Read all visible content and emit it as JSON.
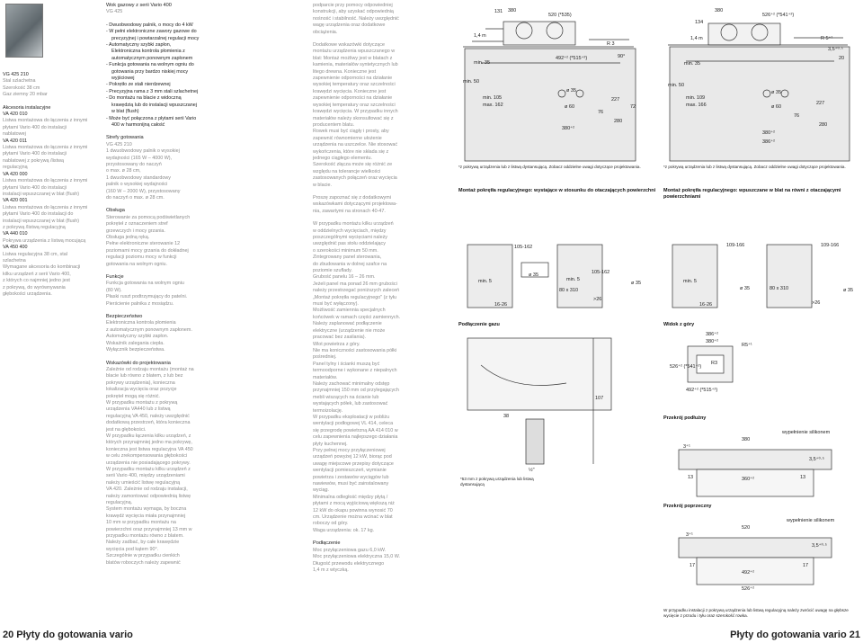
{
  "col1": {
    "lines": [
      {
        "t": "VG 425 210",
        "c": "dark"
      },
      {
        "t": "Stal szlachetna",
        "c": "gray"
      },
      {
        "t": "Szerokość 38 cm",
        "c": "gray"
      },
      {
        "t": "Gaz ziemny 20 mbar",
        "c": "gray"
      },
      {
        "t": "",
        "c": "gap"
      },
      {
        "t": "Akcesoria instalacyjne",
        "c": "dark"
      },
      {
        "t": "VA 420 010",
        "c": "dark"
      },
      {
        "t": "Listwa montażowa do łączenia z innymi",
        "c": "gray"
      },
      {
        "t": "płytami Vario 400 do instalacji",
        "c": "gray"
      },
      {
        "t": "nablatowej",
        "c": "gray"
      },
      {
        "t": "VA 420 011",
        "c": "dark"
      },
      {
        "t": "Listwa montażowa do łączenia z innymi",
        "c": "gray"
      },
      {
        "t": "płytami Vario 400 do instalacji",
        "c": "gray"
      },
      {
        "t": "nablatowej z pokrywą /listwą",
        "c": "gray"
      },
      {
        "t": "regulacyjną",
        "c": "gray"
      },
      {
        "t": "VA 420 000",
        "c": "dark"
      },
      {
        "t": "Listwa montażowa do łączenia z innymi",
        "c": "gray"
      },
      {
        "t": "płytami Vario 400 do instalacji",
        "c": "gray"
      },
      {
        "t": "instalacji wpuszczanej w blat (flush)",
        "c": "gray"
      },
      {
        "t": "VA 420 001",
        "c": "dark"
      },
      {
        "t": "Listwa montażowa do łączenia z innymi",
        "c": "gray"
      },
      {
        "t": "płytami Vario 400 do instalacji do",
        "c": "gray"
      },
      {
        "t": "instalacji wpuszczanej w blat (flush)",
        "c": "gray"
      },
      {
        "t": "z pokrywą /listwą regulacyjną",
        "c": "gray"
      },
      {
        "t": "VA 440 010",
        "c": "dark"
      },
      {
        "t": "Pokrywa urządzenia z listwą mocującą",
        "c": "gray"
      },
      {
        "t": "VA 450 400",
        "c": "dark"
      },
      {
        "t": "Listwa regulacyjna 38 cm, stal",
        "c": "gray"
      },
      {
        "t": "szlachetna",
        "c": "gray"
      },
      {
        "t": "Wymagane akcesoria do kombinacji",
        "c": "gray"
      },
      {
        "t": "kilku urządzeń z serii Vario 400,",
        "c": "gray"
      },
      {
        "t": "z których co najmniej jedno jest",
        "c": "gray"
      },
      {
        "t": "z pokrywą, do wyrównywania",
        "c": "gray"
      },
      {
        "t": "głębokości urządzenia.",
        "c": "gray"
      }
    ]
  },
  "col2": {
    "title": "Wok gazowy z serii Vario 400",
    "model": "VG 425",
    "bullets": [
      "Dwuobwodowy palnik, o mocy do 4 kW",
      "W pełni elektroniczne zawory gazowe do precyzyjnej i powtarzalnej regulacji mocy",
      "Automatyczny szybki zapłon, Elektroniczna kontrola płomienia z automatycznym ponownym zapłonem",
      "Funkcja gotowania na wolnym ogniu do gotowania przy bardzo niskiej mocy wyjściowej",
      "Pokrętło ze stali nierdzewnej",
      "Precyzyjna rama z 3 mm stali szlachetnej",
      "Do montażu na blacie z widoczną krawędzią lub do instalacji wpuszczanej w blat (flush)",
      "Może być połączona z płytami serii Vario 400 w harmonijną całość"
    ],
    "sections": [
      {
        "h": "Strefy gotowania",
        "lines": [
          "VG 425 210",
          "1 dwuobwodowy palnik o wysokiej",
          "wydajności (165 W – 4000 W),",
          "przystosowany do naczyń",
          "o max. ø 28 cm,",
          "1 dwuobwodowy standardowy",
          "palnik o wysokiej wydajności",
          "(160 W – 2000 W), przystosowany",
          "do naczyń o max. ø 28 cm."
        ]
      },
      {
        "h": "Obsługa",
        "lines": [
          "Sterowanie za pomocą podświetlanych",
          "pokręteł z oznaczeniem stref",
          "grzewczych i mocy grzania.",
          "Obsługa jedną ręką.",
          "Pełne elektroniczne sterowanie 12",
          "poziomami mocy grzania do dokładnej",
          "regulacji poziomu mocy w funkcji",
          "gotowania na wolnym ogniu."
        ]
      },
      {
        "h": "Funkcje",
        "lines": [
          "Funkcja gotowania na wolnym ogniu",
          "(80 W).",
          "Płaski ruszt podtrzymujący do patelni.",
          "Pierścienie palnika z mosiądzu."
        ]
      },
      {
        "h": "Bezpieczeństwo",
        "lines": [
          "Elektroniczna kontrola płomienia",
          "z automatycznym ponownym zapłonem.",
          "Automatyczny szybki zapłon.",
          "Wskaźnik zalegania ciepła.",
          "Wyłącznik bezpieczeństwa."
        ]
      },
      {
        "h": "Wskazówki do projektowania",
        "lines": [
          "Zaleźnie od rodzaju montażu (montaż na",
          "blacie lub równo z blatem, z lub bez",
          "pokrywy urządzenia), konieczna",
          "lokalizacja wycięcia oraz pozycje",
          "pokręteł mogą się różnić.",
          "W przypadku montażu z pokrywą",
          "urządzenia VA440 lub z listwą",
          "regulacyjną VA 450, należy uwzględnić",
          "dodatkową przestrzeń, która konieczna",
          "jest na głębokości.",
          "W przypadku łączenia kilku urządzeń, z",
          "których przynajmniej jedno ma pokrywę,",
          "konieczna jest listwa regulacyjna VA 450",
          "w celu zrekompensowania głębokości",
          "urządzenia nie posiadającego pokrywy.",
          "W przypadku montażu kilku urządzeń z",
          "serii Vario 400, między urządzeniami",
          "należy umieścić listwę regulacyjną",
          "VA 420. Zależnie od rodzaju instalacji,",
          "należy zamontować odpowiednią listwę",
          "regulacyjną.",
          "System montażu wymaga, by boczna",
          "krawędź wycięcia miała przynajmniej",
          "10 mm w przypadku montażu na",
          "powierzchni oraz przynajmniej 13 mm w",
          "przypadku montażu równo z blatem.",
          "Należy zadbać, by całe krawędzie",
          "wycięcia pod kątem 90°.",
          "Szczególnie w przypadku cienkich",
          "blatów roboczych należy zapewnić"
        ]
      }
    ]
  },
  "col3": {
    "lines": [
      "podparcie przy pomocy odpowiedniej",
      "konstrukcji, aby uzyskać odpowiednią",
      "nośność i stabilność. Należy uwzględnić",
      "wagę urządzenia oraz dodatkowe",
      "obciążenia.",
      "",
      "Dodatkowe wskazówki dotyczące",
      "montażu urządzenia wpuszczanego w",
      "blat: Montaż możliwy jest w blatach z",
      "kamienia, materiałów syntetycznych lub",
      "litego drewna. Konieczne jest",
      "zapewnienie odporności na działanie",
      "wysokiej temperatury oraz szczelności",
      "krawędzi wycięcia. Konieczne jest",
      "zapewnienie odporności na działanie",
      "wysokiej temperatury oraz szczelności",
      "krawędzi wycięcia. W przypadku innych",
      "materiałów należy skonsultować się z",
      "producentem blatu.",
      "Rowek musi być ciągły i prosty, aby",
      "zapewnić równomierne ułożenie",
      "urządzenia na uszczelce. Nie stosować",
      "wykończenia, które nie składa się z",
      "jednego ciągłego elementu.",
      "Szerokość złącza może się różnić ze",
      "względu na tolerancje wielkości",
      "zastosowanych połączeń oraz wycięcia",
      "w blacie.",
      "",
      "Proszę zapoznać się z dodatkowymi",
      "wskazówkami dotyczącymi projektowa-",
      "nia, zawartymi na stronach 40-47.",
      "",
      "W przypadku montażu kilku urządzeń",
      "w oddzielnych wycięciach, między",
      "poszczególnymi wycięciami należy",
      "uwzględnić pas stołu oddzielający",
      "o szerokości minimum 50 mm.",
      "Zintegrowany panel sterowania,",
      "do zbudowania w dolnej szafce na",
      "poziomie szuflady.",
      "Grubość panelu 16 – 26 mm.",
      "Jeżeli panel ma ponad 26 mm grubości",
      "należy przestrzegać poniższych zaleceń",
      "„Montaż pokrętła regulacyjnego\" (z tyłu",
      "musi być wyłączony).",
      "Możliwość zamiennia specjalnych",
      "końcówek w ramach części zamiennych.",
      "Należy zaplanować podłączenie",
      "elektryczne (urządzenie nie może",
      "pracować bez zasilania).",
      "Wlot powietrza z góry.",
      "Nie ma koniczności zastosowania półki",
      "pośredniej.",
      "Panel tylny i ścianki muszą być",
      "termoodporne i wykonane z niepalnych",
      "materiałów.",
      "Należy zachować minimalny odstęp",
      "przynajmniej 150 mm od przylegających",
      "mebli wiszących na ścianie lub",
      "wystających półek, lub zastosować",
      "termoizolację.",
      "W przypadku eksploatacji w pobliżu",
      "wentylacji podłogowej VL 414, celeca",
      "się przegrodę powietrzną AA 414 010 w",
      "celu zapewnienia najlepszego działania",
      "płyty kuchennej.",
      "Przy pełnej mocy przyłączeniowej",
      "urządzeń powyżej 12 kW, biorąc pod",
      "uwagę miejscowe przepisy dotyczące",
      "wentylacji pomieszczeń, wymianie",
      "powietrza i zestawów wyciągów lub",
      "nawiewów, musi być zainstalowany",
      "wyciąg.",
      "Minimalna odległość między płytą /",
      "płytami z mocą wyjściową większą niż",
      "12 kW do okapu powinna wynosić 70",
      "cm. Urządzenie można wcinać w blat",
      "roboczy od góry.",
      "Waga urządzenia: ok. 17 kg.",
      "",
      "Podłączenie",
      "Moc przyłączeniowa gazu 6,0 kW.",
      "Moc przyłączeniowa elektryczna 15,0 W.",
      "Długość przewodu elektrycznego",
      "1,4 m z wtyczką."
    ]
  },
  "captions": {
    "fig1_note": "*z pokrywą urządzenia lub z listwą dystansującą. Zobacz oddzielne uwagi dotyczące projektowania.",
    "fig1_title": "Montaż pokrętła regulacyjnego: wystające w stosunku do otaczających powierzchni",
    "fig2_note": "*z pokrywą urządzenia lub z listwą dystansującą. Zobacz oddzielne uwagi dotyczące projektowania.",
    "fig2_title": "Montaż pokrętła regulacyjnego: wpuszczane w blat na równi z otaczającymi powierzchniami",
    "gas": "Podłączenie gazu",
    "gas_note": "*53 mm z pokrywą urządzenia lub listwą dystansującą",
    "top_view": "Widok z góry",
    "long_section": "Przekrój podłużny",
    "cross_section": "Przekrój poprzeczny",
    "bottom_note": "W przypadku instalacji z pokrywą urządzenia lub listwą regulacyjną należy zwrócić uwagę na głębsze wycięcie z przodu i tyłu oraz szerokość rowka."
  },
  "dims": {
    "d131": "131",
    "d380": "380",
    "d520": "520 (*535)",
    "d14m": "1,4 m",
    "d492": "492⁺² (*515⁺²)",
    "dR3": "R 3",
    "d90": "90°",
    "dmin35": "min. 35",
    "dmin50": "min. 50",
    "d105": "min. 105",
    "d162": "max. 162",
    "d35": "ø 35",
    "d60": "ø 60",
    "d227": "227",
    "d76": "76",
    "d72": "72",
    "d380b": "380⁺²",
    "d280": "280",
    "d134": "134",
    "d526": "526⁺² (*541⁺²)",
    "dR5": "R 5⁺¹",
    "d35s": "3,5⁺⁰·⁵",
    "d20": "20",
    "d109": "min. 109",
    "d166": "max. 166",
    "d386": "386⁺²",
    "d105162": "105-162",
    "dmin5": "min. 5",
    "d80": "80 x 310",
    "d1626": "16-26",
    "d26": ">26",
    "d109166": "109-166",
    "d107": "107",
    "d38": "38",
    "d12": "½\"",
    "dR5b": "R5⁺¹",
    "dR3b": "R3",
    "d526b": "526⁺² (*541⁺²)",
    "d492b": "492⁺² (*515⁺²)",
    "d386b": "386⁺²",
    "d380c": "380⁺²",
    "wyp": "wypełnienie silikonem",
    "d380d": "380",
    "d3_1": "3⁺¹",
    "d17": "17",
    "d13": "13",
    "d360": "360⁺²",
    "d520b": "520",
    "d492c": "492⁺²",
    "d526c": "526⁺²"
  },
  "footer": {
    "left": "20 Płyty do gotowania vario",
    "right": "Płyty do gotowania vario 21"
  }
}
